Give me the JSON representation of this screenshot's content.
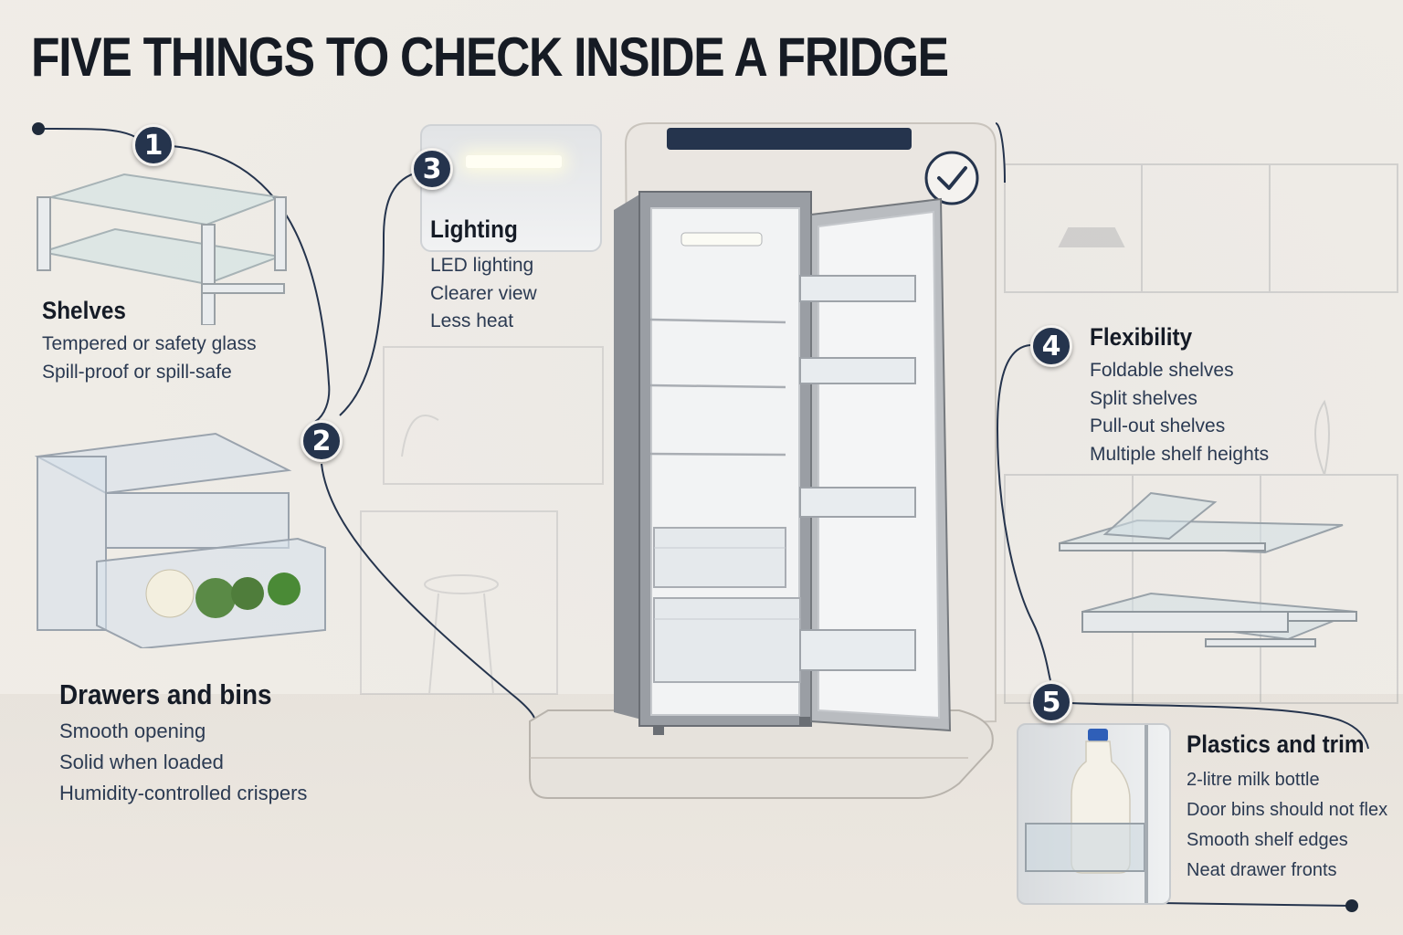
{
  "title": "FIVE THINGS TO CHECK INSIDE A FRIDGE",
  "sections": [
    {
      "number": "1",
      "heading": "Shelves",
      "features": [
        "Tempered or safety glass",
        "Spill-proof or spill-safe"
      ],
      "illustration": "glass-shelf-illustration"
    },
    {
      "number": "2",
      "heading": "Drawers and bins",
      "features": [
        "Smooth opening",
        "Solid when loaded",
        "Humidity-controlled crispers"
      ],
      "illustration": "crisper-drawer-illustration"
    },
    {
      "number": "3",
      "heading": "Lighting",
      "features": [
        "LED lighting",
        "Clearer view",
        "Less heat"
      ],
      "illustration": "led-light-illustration"
    },
    {
      "number": "4",
      "heading": "Flexibility",
      "features": [
        "Foldable shelves",
        "Split shelves",
        "Pull-out shelves",
        "Multiple shelf heights"
      ],
      "illustration": "adjustable-shelves-illustration"
    },
    {
      "number": "5",
      "heading": "Plastics and trim",
      "features": [
        "2-litre milk bottle",
        "Door bins should not flex",
        "Smooth shelf edges",
        "Neat drawer fronts"
      ],
      "illustration": "milk-bottle-door-bin-illustration"
    }
  ],
  "colors": {
    "badge": "#25344d",
    "heading": "#151b26",
    "text": "#2b3a52",
    "connector": "#25344d",
    "background": "#efebe6"
  },
  "icons": {
    "check": "check-mark-icon"
  }
}
